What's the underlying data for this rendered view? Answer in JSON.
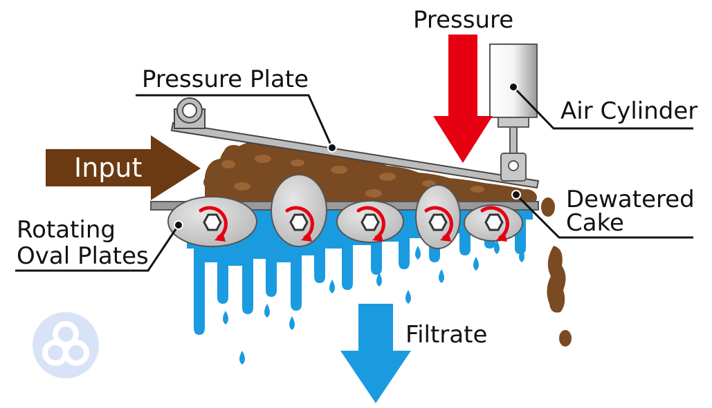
{
  "diagram": {
    "labels": {
      "pressure": "Pressure",
      "pressure_plate": "Pressure Plate",
      "air_cylinder": "Air Cylinder",
      "input": "Input",
      "dewatered_line1": "Dewatered",
      "dewatered_line2": "Cake",
      "rotating_line1": "Rotating",
      "rotating_line2": "Oval Plates",
      "filtrate": "Filtrate"
    },
    "colors": {
      "pressure_arrow": "#e60012",
      "input_arrow": "#6b3a12",
      "filtrate": "#1a9be0",
      "sludge": "#7a4a22",
      "plate": "#c8c8c8",
      "rotation_arrow": "#e60012"
    },
    "icons": {
      "logo": "three-circle-logo-icon"
    }
  }
}
